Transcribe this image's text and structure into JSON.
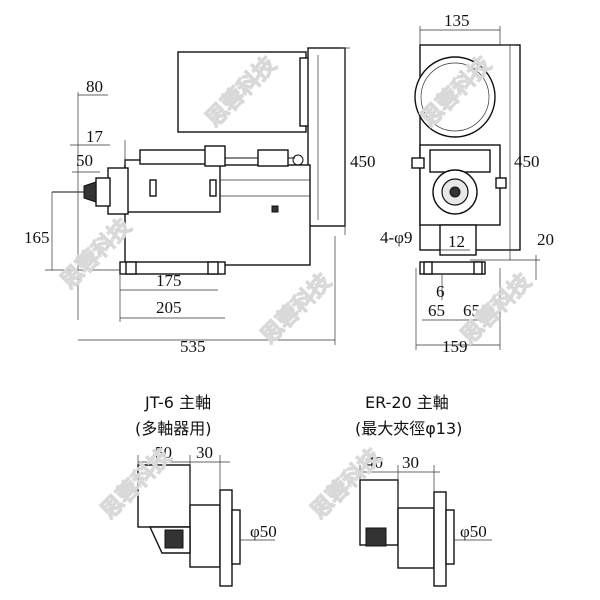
{
  "dimensions": {
    "top_view_width": "135",
    "side_flange_80": "80",
    "side_17": "17",
    "side_50": "50",
    "side_height_450": "450",
    "front_height_450": "450",
    "side_165": "165",
    "front_hole": "4-φ9",
    "front_12": "12",
    "front_20": "20",
    "base_175": "175",
    "front_6": "6",
    "base_205": "205",
    "front_65_left": "65",
    "front_65_right": "65",
    "total_535": "535",
    "front_159": "159",
    "jt6_50": "50",
    "jt6_30": "30",
    "jt6_dia": "φ50",
    "er20_40": "40",
    "er20_30": "30",
    "er20_dia": "φ50"
  },
  "captions": {
    "jt6_title": "JT-6 主軸",
    "jt6_sub": "(多軸器用)",
    "er20_title": "ER-20 主軸",
    "er20_sub": "(最大夾徑φ13)"
  },
  "watermark": {
    "text": "思蓉科技"
  },
  "colors": {
    "line": "#111111",
    "watermark": "#d9d9d9",
    "fill_grey": "#e8e8e8"
  }
}
